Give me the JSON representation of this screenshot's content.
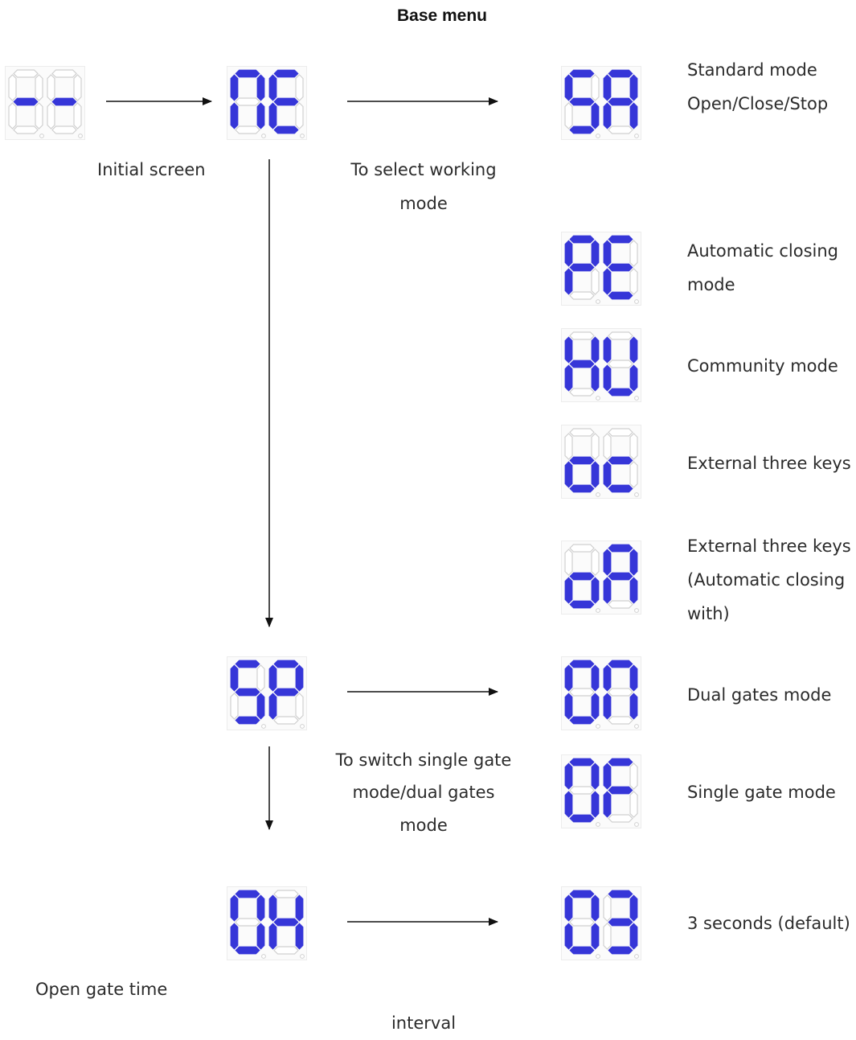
{
  "title": "Base menu",
  "colors": {
    "lit": "#3636d8",
    "unlit": "#d0d0d0",
    "arrow": "#111111"
  },
  "displays": [
    {
      "id": "initial",
      "segments": [
        [
          "g"
        ],
        [
          "g"
        ]
      ]
    },
    {
      "id": "ne",
      "segments": [
        [
          "e",
          "f",
          "a",
          "b",
          "c"
        ],
        [
          "a",
          "f",
          "g",
          "e",
          "d"
        ]
      ]
    },
    {
      "id": "sa",
      "segments": [
        [
          "a",
          "f",
          "g",
          "c",
          "d"
        ],
        [
          "a",
          "b",
          "c",
          "e",
          "f",
          "g"
        ]
      ]
    },
    {
      "id": "pe",
      "segments": [
        [
          "a",
          "b",
          "e",
          "f",
          "g"
        ],
        [
          "a",
          "f",
          "g",
          "e",
          "d"
        ]
      ]
    },
    {
      "id": "ho",
      "segments": [
        [
          "b",
          "c",
          "e",
          "f",
          "g"
        ],
        [
          "b",
          "c",
          "d",
          "e",
          "f"
        ]
      ]
    },
    {
      "id": "oc",
      "segments": [
        [
          "c",
          "d",
          "e",
          "g"
        ],
        [
          "g",
          "e",
          "d"
        ]
      ]
    },
    {
      "id": "oa",
      "segments": [
        [
          "c",
          "d",
          "e",
          "g"
        ],
        [
          "a",
          "b",
          "c",
          "e",
          "f",
          "g"
        ]
      ]
    },
    {
      "id": "sp",
      "segments": [
        [
          "a",
          "f",
          "g",
          "c",
          "d"
        ],
        [
          "a",
          "b",
          "e",
          "f",
          "g"
        ]
      ]
    },
    {
      "id": "on",
      "segments": [
        [
          "a",
          "b",
          "c",
          "d",
          "e",
          "f"
        ],
        [
          "e",
          "f",
          "a",
          "b",
          "c"
        ]
      ]
    },
    {
      "id": "of",
      "segments": [
        [
          "a",
          "b",
          "c",
          "d",
          "e",
          "f"
        ],
        [
          "a",
          "f",
          "g",
          "e"
        ]
      ]
    },
    {
      "id": "oh",
      "segments": [
        [
          "a",
          "b",
          "c",
          "d",
          "e",
          "f"
        ],
        [
          "b",
          "c",
          "e",
          "f",
          "g"
        ]
      ]
    },
    {
      "id": "o3",
      "segments": [
        [
          "a",
          "b",
          "c",
          "d",
          "e",
          "f"
        ],
        [
          "a",
          "b",
          "c",
          "d",
          "g"
        ]
      ]
    }
  ],
  "labels": {
    "initial_screen": "Initial screen",
    "select_working_line1": "To select working",
    "select_working_line2": "mode",
    "standard_line1": "Standard mode",
    "standard_line2": "Open/Close/Stop",
    "auto_closing_line1": "Automatic closing",
    "auto_closing_line2": "mode",
    "community": "Community mode",
    "external_three": "External three keys",
    "external_auto_line1": "External three keys",
    "external_auto_line2": "(Automatic closing",
    "external_auto_line3": "with)",
    "dual_gates": "Dual gates mode",
    "switch_line1": "To switch single gate",
    "switch_line2": "mode/dual gates",
    "switch_line3": "mode",
    "single_gate": "Single gate mode",
    "three_seconds": "3 seconds (default)",
    "open_gate_time": "Open gate time",
    "interval": "interval"
  }
}
